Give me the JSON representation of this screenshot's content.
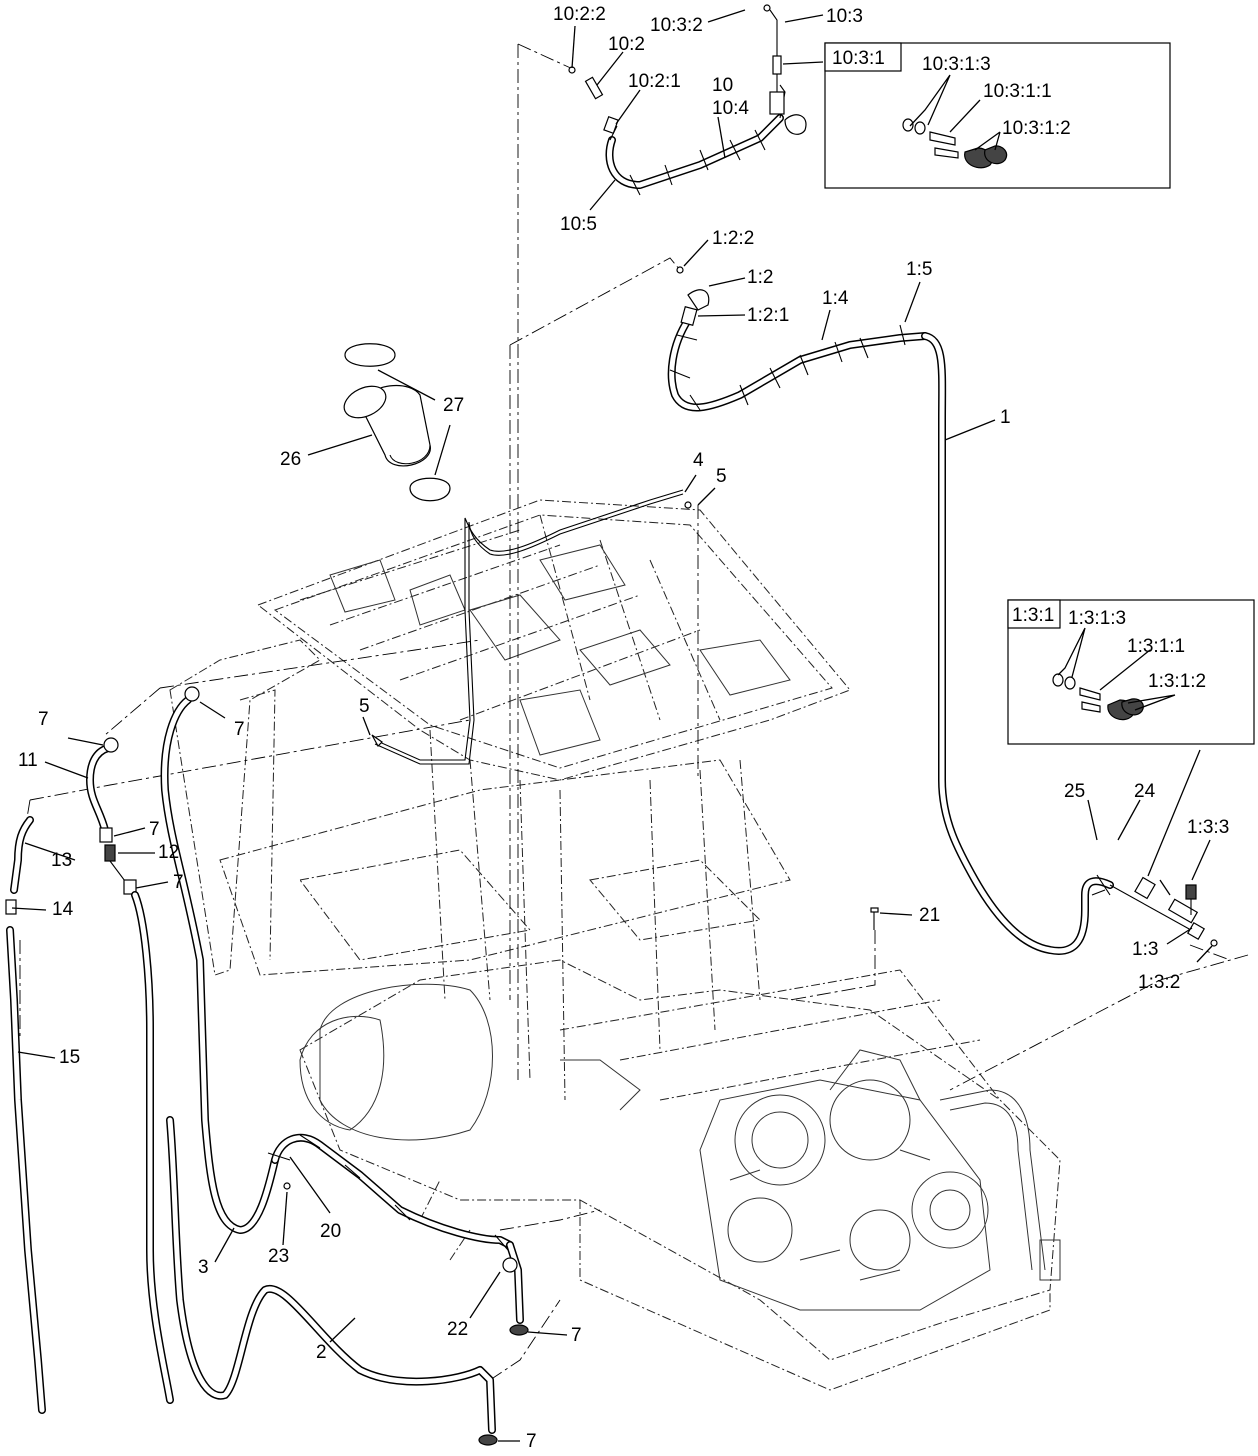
{
  "callouts": [
    {
      "id": "c-10-2-2",
      "text": "10:2:2"
    },
    {
      "id": "c-10-2",
      "text": "10:2"
    },
    {
      "id": "c-10-2-1",
      "text": "10:2:1"
    },
    {
      "id": "c-10-3-2",
      "text": "10:3:2"
    },
    {
      "id": "c-10-3",
      "text": "10:3"
    },
    {
      "id": "c-10",
      "text": "10"
    },
    {
      "id": "c-10-4",
      "text": "10:4"
    },
    {
      "id": "c-10-5",
      "text": "10:5"
    },
    {
      "id": "c-10-3-1-3",
      "text": "10:3:1:3"
    },
    {
      "id": "c-10-3-1-1",
      "text": "10:3:1:1"
    },
    {
      "id": "c-10-3-1-2",
      "text": "10:3:1:2"
    },
    {
      "id": "c-1-2-2",
      "text": "1:2:2"
    },
    {
      "id": "c-1-2",
      "text": "1:2"
    },
    {
      "id": "c-1-2-1",
      "text": "1:2:1"
    },
    {
      "id": "c-1-4",
      "text": "1:4"
    },
    {
      "id": "c-1-5",
      "text": "1:5"
    },
    {
      "id": "c-1",
      "text": "1"
    },
    {
      "id": "c-27",
      "text": "27"
    },
    {
      "id": "c-26",
      "text": "26"
    },
    {
      "id": "c-4",
      "text": "4"
    },
    {
      "id": "c-5a",
      "text": "5"
    },
    {
      "id": "c-5b",
      "text": "5"
    },
    {
      "id": "c-1-3-1-3",
      "text": "1:3:1:3"
    },
    {
      "id": "c-1-3-1-1",
      "text": "1:3:1:1"
    },
    {
      "id": "c-1-3-1-2",
      "text": "1:3:1:2"
    },
    {
      "id": "c-7a",
      "text": "7"
    },
    {
      "id": "c-7b",
      "text": "7"
    },
    {
      "id": "c-11",
      "text": "11"
    },
    {
      "id": "c-7c",
      "text": "7"
    },
    {
      "id": "c-12",
      "text": "12"
    },
    {
      "id": "c-7d",
      "text": "7"
    },
    {
      "id": "c-13",
      "text": "13"
    },
    {
      "id": "c-14",
      "text": "14"
    },
    {
      "id": "c-15",
      "text": "15"
    },
    {
      "id": "c-25",
      "text": "25"
    },
    {
      "id": "c-24",
      "text": "24"
    },
    {
      "id": "c-1-3-3",
      "text": "1:3:3"
    },
    {
      "id": "c-21",
      "text": "21"
    },
    {
      "id": "c-1-3",
      "text": "1:3"
    },
    {
      "id": "c-1-3-2",
      "text": "1:3:2"
    },
    {
      "id": "c-20",
      "text": "20"
    },
    {
      "id": "c-23",
      "text": "23"
    },
    {
      "id": "c-3",
      "text": "3"
    },
    {
      "id": "c-22",
      "text": "22"
    },
    {
      "id": "c-7e",
      "text": "7"
    },
    {
      "id": "c-2",
      "text": "2"
    },
    {
      "id": "c-7f",
      "text": "7"
    }
  ],
  "detail_boxes": [
    {
      "id": "detail-10-3-1",
      "title": "10:3:1"
    },
    {
      "id": "detail-1-3-1",
      "title": "1:3:1"
    }
  ]
}
